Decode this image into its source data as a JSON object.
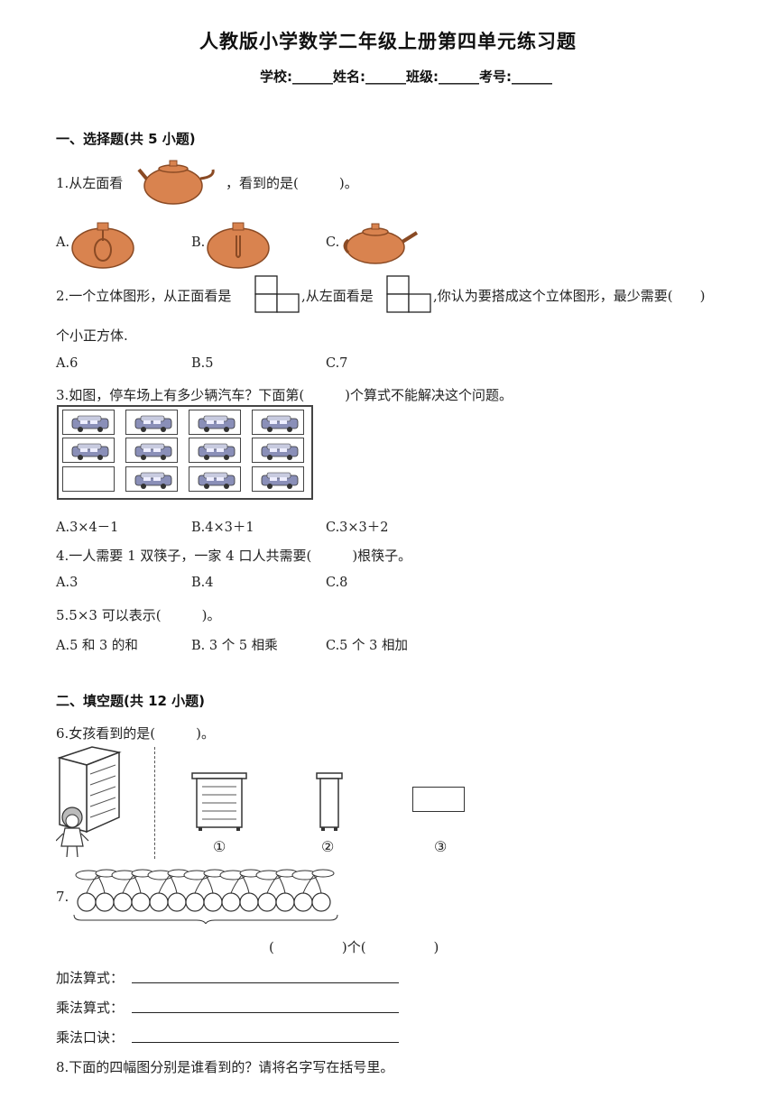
{
  "header": {
    "title": "人教版小学数学二年级上册第四单元练习题",
    "info": "学校:______姓名:______班级:______考号:______"
  },
  "sections": {
    "s1": "一、选择题(共 5 小题)",
    "s2": "二、填空题(共 12 小题)"
  },
  "q1": {
    "pre": "1.从左面看",
    "post": "，看到的是(　　　)。",
    "options": [
      "A.",
      "B.",
      "C."
    ]
  },
  "q2": {
    "a": "2.一个立体图形，从正面看是",
    "b": ",从左面看是",
    "c": ",你认为要搭成这个立体图形，最少需要(　　)",
    "d": "个小正方体.",
    "options": [
      "A.6",
      "B.5",
      "C.7"
    ]
  },
  "q3": {
    "text": "3.如图，停车场上有多少辆汽车？下面第(　　　)个算式不能解决这个问题。",
    "options": [
      "A.3×4－1",
      "B.4×3＋1",
      "C.3×3＋2"
    ]
  },
  "q4": {
    "text": "4.一人需要 1 双筷子，一家 4 口人共需要(　　　)根筷子。",
    "options": [
      "A.3",
      "B.4",
      "C.8"
    ]
  },
  "q5": {
    "text": "5.5×3 可以表示(　　　)。",
    "options": [
      "A.5 和 3 的和",
      "B.  3 个 5 相乘",
      "C.5 个 3 相加"
    ]
  },
  "q6": {
    "text": "6.女孩看到的是(　　　)。",
    "labels": [
      "①",
      "②",
      "③"
    ]
  },
  "q7": {
    "num": "7.",
    "blank": "(　　　　　)个(　　　　　)",
    "add": "加法算式：",
    "mul": "乘法算式：",
    "rhyme": "乘法口诀："
  },
  "q8": {
    "text": "8.下面的四幅图分别是谁看到的？请将名字写在括号里。"
  },
  "colors": {
    "teapot": "#d9834f",
    "teapot_dark": "#8a4a24",
    "car": "#8a8fb8"
  }
}
